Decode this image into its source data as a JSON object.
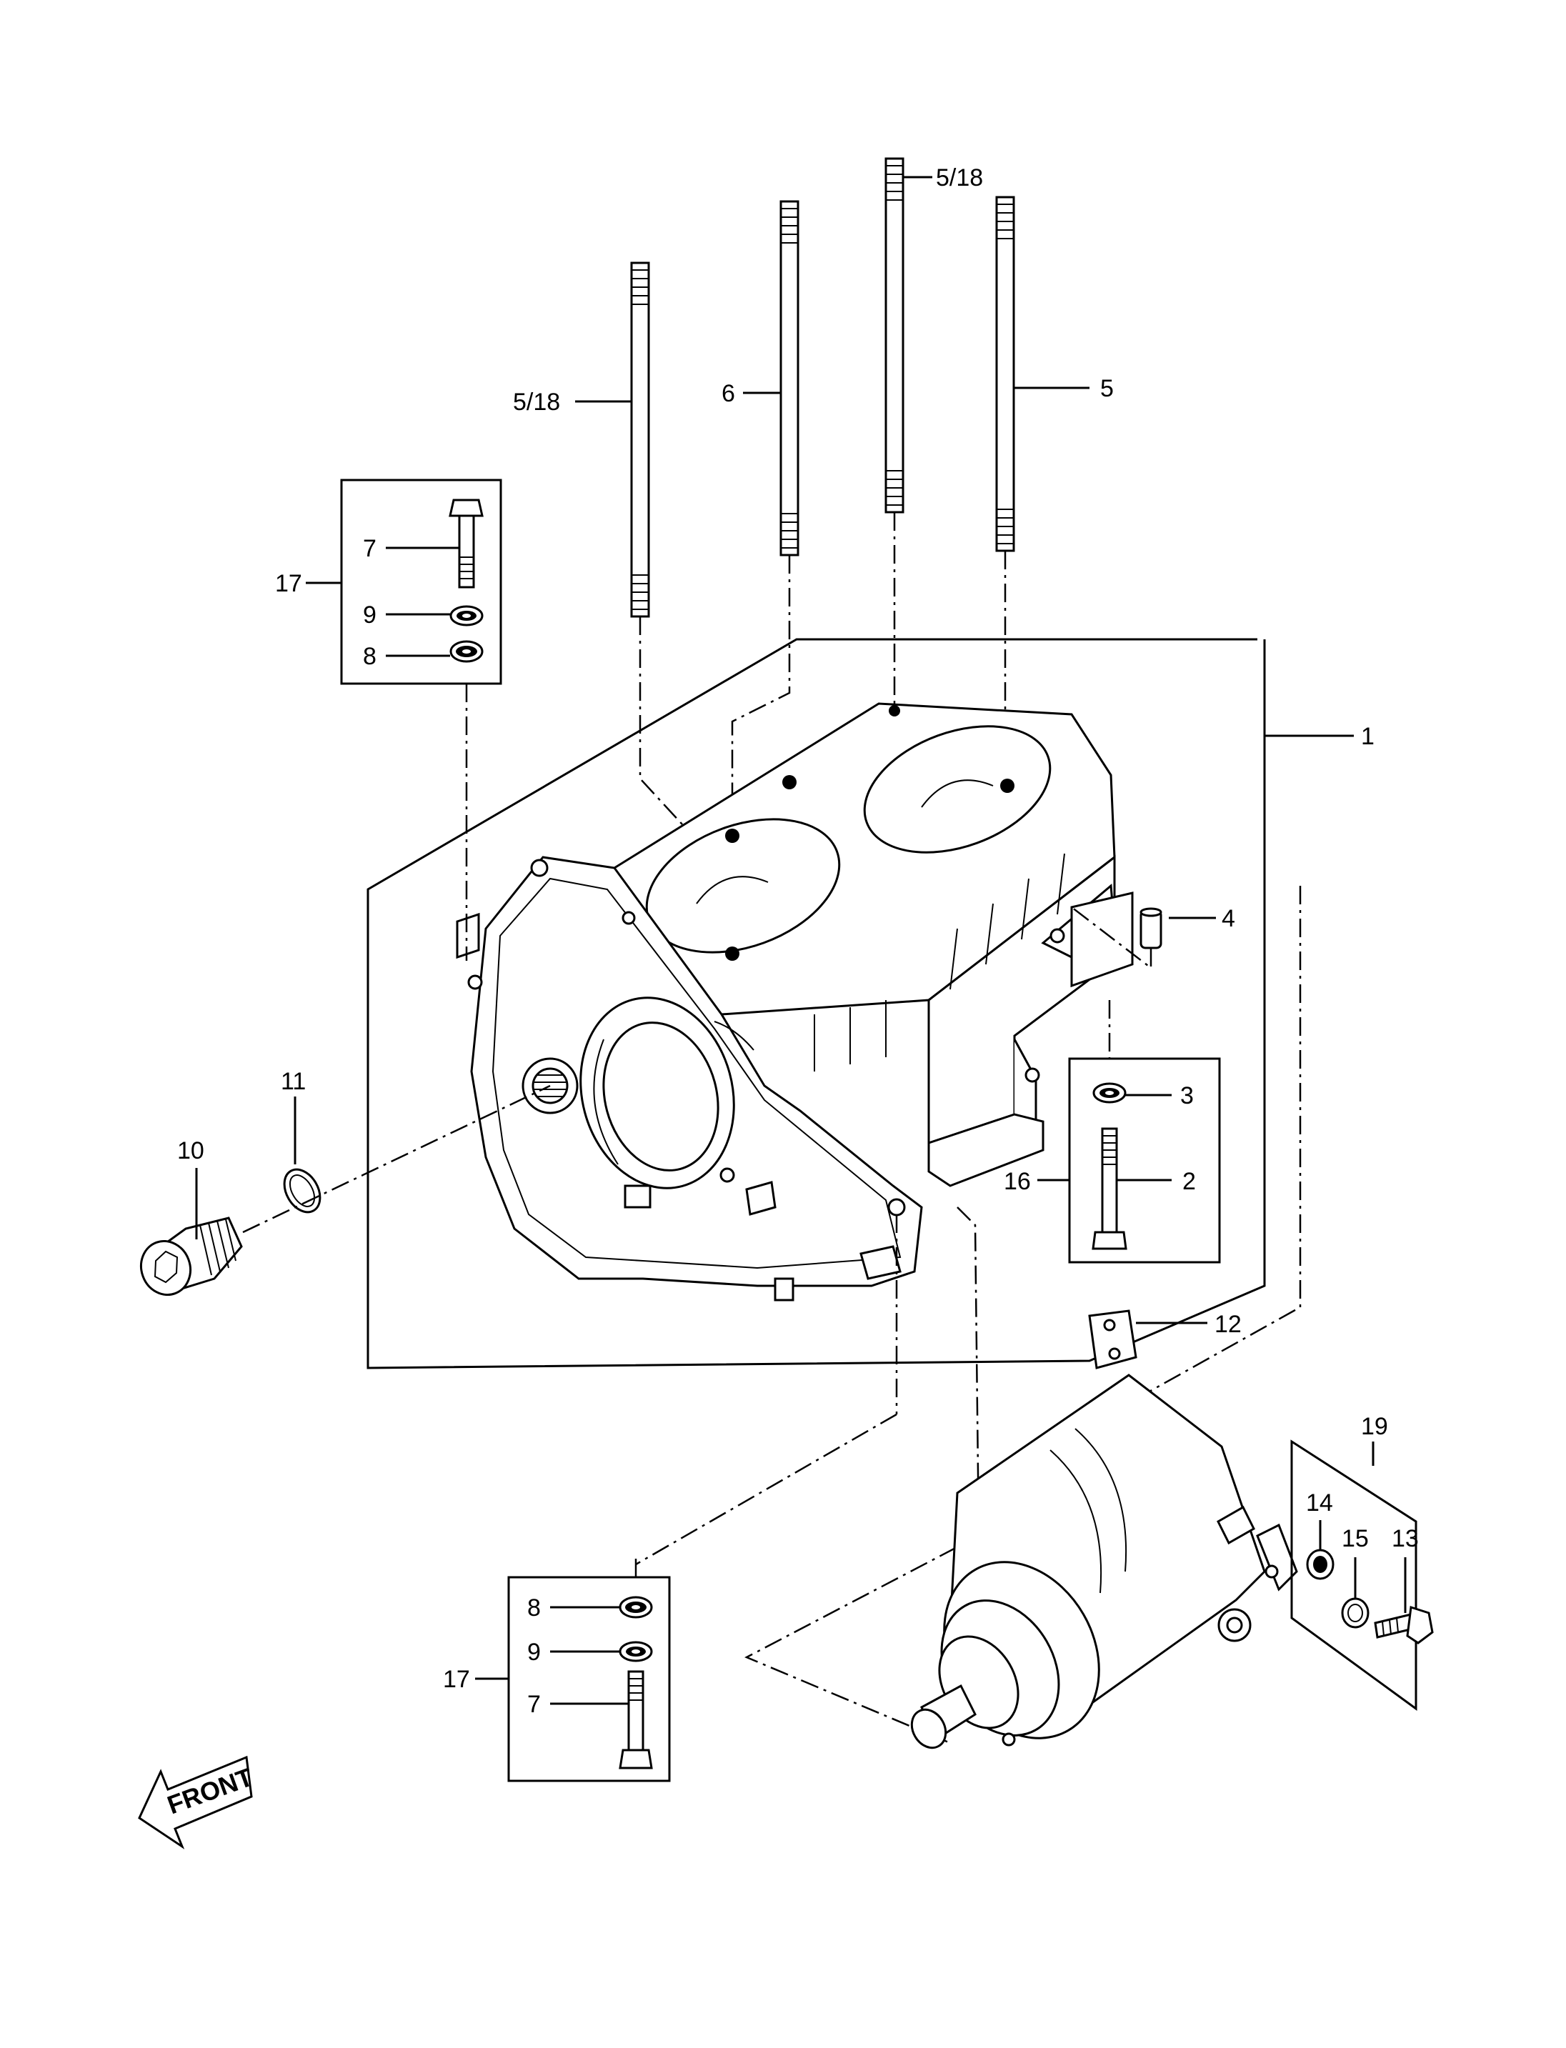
{
  "callouts": {
    "c1": "1",
    "c2": "2",
    "c3": "3",
    "c4": "4",
    "c5": "5",
    "c6": "6",
    "c5_18_left": "5/18",
    "c5_18_top": "5/18",
    "c7_top": "7",
    "c8_top": "8",
    "c9_top": "9",
    "c17_top": "17",
    "c7_bottom": "7",
    "c8_bottom": "8",
    "c9_bottom": "9",
    "c17_bottom": "17",
    "c10": "10",
    "c11": "11",
    "c12": "12",
    "c13": "13",
    "c14": "14",
    "c15": "15",
    "c16": "16",
    "c19": "19"
  },
  "front_label": "FRONT",
  "colors": {
    "ink": "#000000",
    "paper": "#ffffff"
  }
}
